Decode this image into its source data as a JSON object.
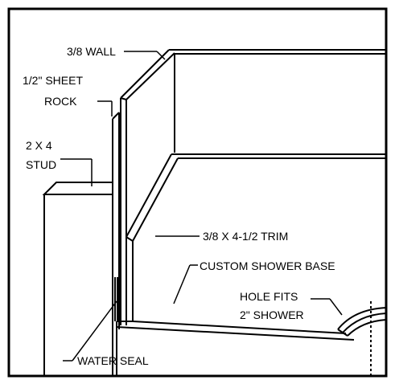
{
  "labels": {
    "wall": "3/8 WALL",
    "sheetrock_line1": "1/2\" SHEET",
    "sheetrock_line2": "ROCK",
    "stud_line1": "2 X 4",
    "stud_line2": "STUD",
    "trim": "3/8 X 4-1/2 TRIM",
    "base": "CUSTOM SHOWER BASE",
    "hole_line1": "HOLE FITS",
    "hole_line2": "2\" SHOWER",
    "water_seal": "WATER SEAL"
  }
}
